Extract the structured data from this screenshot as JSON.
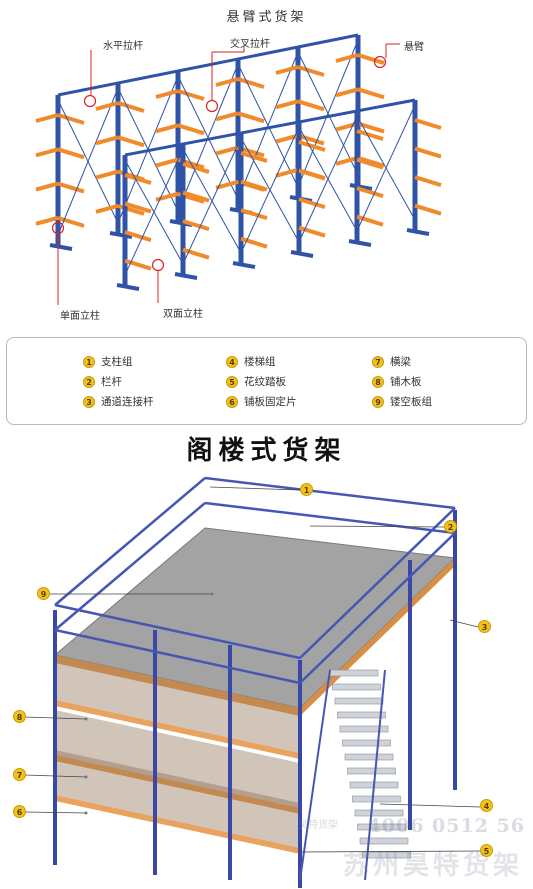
{
  "top_section": {
    "title": "悬臂式货架",
    "labels": {
      "horizontal_rod": "水平拉杆",
      "cross_rod": "交叉拉杆",
      "cantilever_arm": "悬臂",
      "single_column": "单面立柱",
      "double_column": "双面立柱"
    }
  },
  "legend": [
    {
      "num": "1",
      "label": "支柱组"
    },
    {
      "num": "2",
      "label": "栏杆"
    },
    {
      "num": "3",
      "label": "通道连接杆"
    },
    {
      "num": "4",
      "label": "楼梯组"
    },
    {
      "num": "5",
      "label": "花纹踏板"
    },
    {
      "num": "6",
      "label": "铺板固定片"
    },
    {
      "num": "7",
      "label": "横梁"
    },
    {
      "num": "8",
      "label": "铺木板"
    },
    {
      "num": "9",
      "label": "镂空板组"
    }
  ],
  "bottom_section": {
    "title": "阁楼式货架",
    "callouts": {
      "c1": "1",
      "c2": "2",
      "c3": "3",
      "c9": "9",
      "c8": "8",
      "c7": "7",
      "c6": "6",
      "c4": "4",
      "c5": "5"
    }
  },
  "watermark": {
    "phone": "4006 0512 56",
    "company": "苏州昊特货架",
    "small": "昊特货架"
  },
  "colors": {
    "upright": "#2f53a6",
    "arm": "#f08a2a",
    "deck": "#9a9a9a",
    "board": "#e9a35e",
    "callout": "#f2c21b"
  }
}
